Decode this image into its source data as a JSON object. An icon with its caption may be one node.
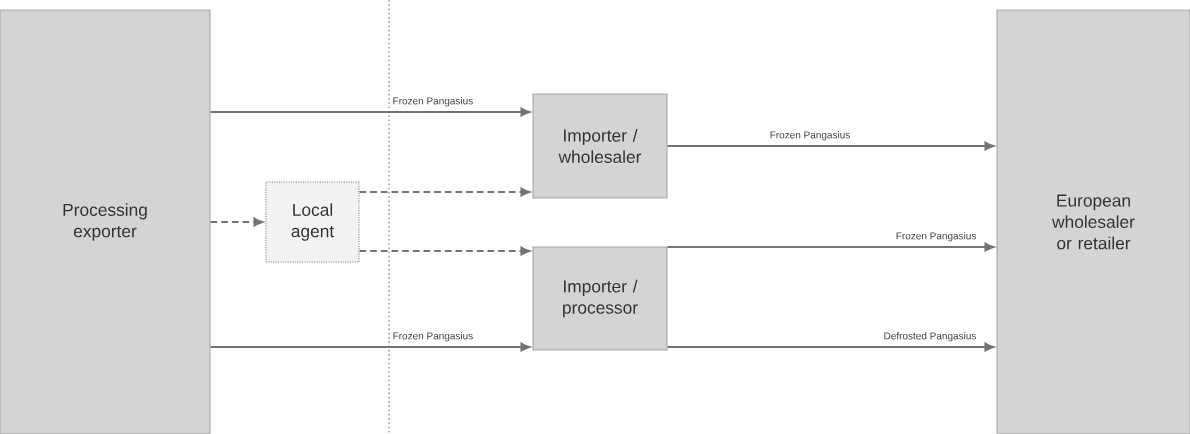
{
  "diagram": {
    "nodes": [
      {
        "text": [
          "Processing exporter"
        ]
      },
      {
        "text": [
          "Local agent"
        ]
      },
      {
        "text": [
          "Importer / wholesaler"
        ]
      },
      {
        "text": [
          "Importer / processor"
        ]
      },
      {
        "text": [
          "European wholesaler or retailer"
        ]
      }
    ],
    "edges": [
      {
        "from": 0,
        "to": 2,
        "arrow": "to",
        "label": "Frozen Pangasius"
      },
      {
        "from": 0,
        "to": 1,
        "arrow": "to",
        "style": "dashed"
      },
      {
        "from": 1,
        "to": 2,
        "arrow": "to",
        "style": "dashed"
      },
      {
        "from": 1,
        "to": 3,
        "arrow": "to",
        "style": "dashed"
      },
      {
        "from": 0,
        "to": 3,
        "arrow": "to",
        "label": "Frozen Pangasius"
      },
      {
        "from": 2,
        "to": 4,
        "arrow": "to",
        "label": "Frozen Pangasius"
      },
      {
        "from": 3,
        "to": 4,
        "arrow": "to",
        "label": "Frozen Pangasius"
      },
      {
        "from": 3,
        "to": 4,
        "arrow": "to",
        "label": "Defrosted Pangasius"
      }
    ]
  }
}
